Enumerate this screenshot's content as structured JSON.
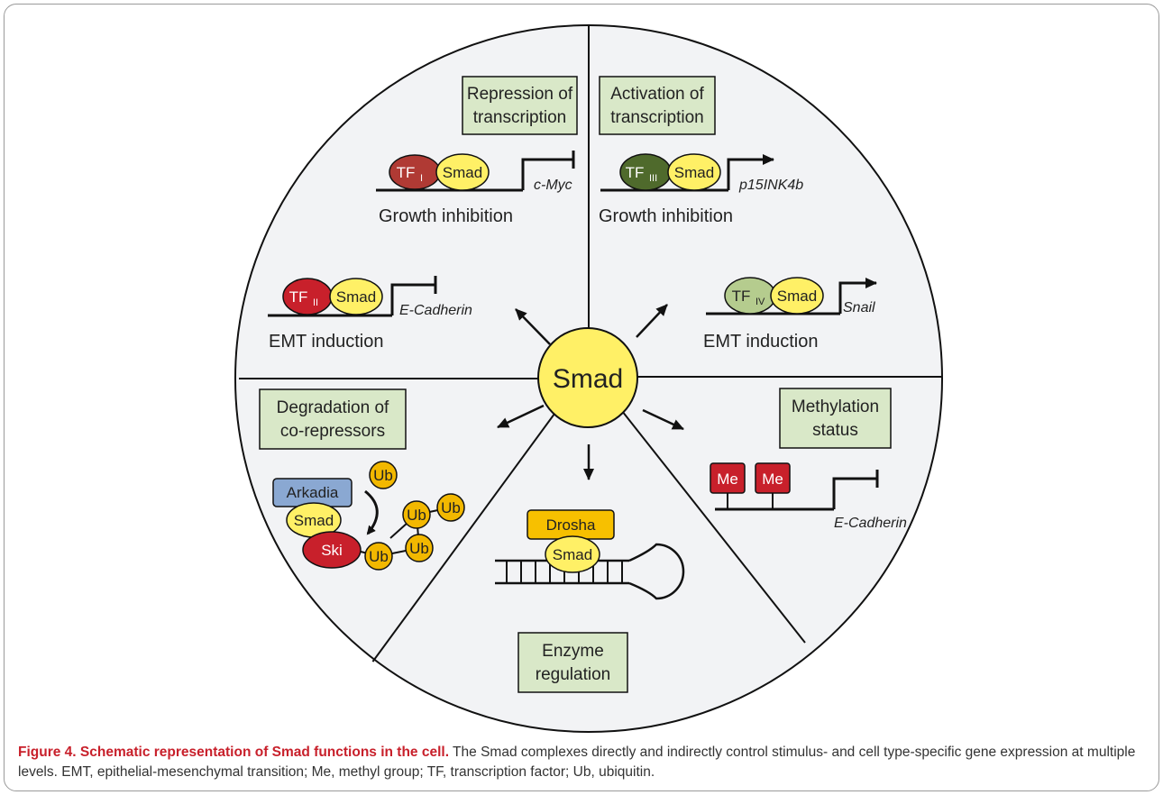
{
  "diagram": {
    "center": "Smad",
    "sections": {
      "repression": {
        "box": [
          "Repression of",
          "transcription"
        ],
        "row1": {
          "tf": "TF",
          "tf_sub": "I",
          "smad": "Smad",
          "gene": "c-Myc",
          "label": "Growth inhibition"
        },
        "row2": {
          "tf": "TF",
          "tf_sub": "II",
          "smad": "Smad",
          "gene": "E-Cadherin",
          "label": "EMT induction"
        }
      },
      "activation": {
        "box": [
          "Activation of",
          "transcription"
        ],
        "row1": {
          "tf": "TF",
          "tf_sub": "III",
          "smad": "Smad",
          "gene": "p15INK4b",
          "label": "Growth inhibition"
        },
        "row2": {
          "tf": "TF",
          "tf_sub": "IV",
          "smad": "Smad",
          "gene": "Snail",
          "label": "EMT induction"
        }
      },
      "degradation": {
        "box": [
          "Degradation of",
          "co-repressors"
        ],
        "arkadia": "Arkadia",
        "smad": "Smad",
        "ski": "Ski",
        "ub": "Ub"
      },
      "enzyme": {
        "box": [
          "Enzyme",
          "regulation"
        ],
        "drosha": "Drosha",
        "smad": "Smad"
      },
      "methylation": {
        "box": [
          "Methylation",
          "status"
        ],
        "me": "Me",
        "gene": "E-Cadherin"
      }
    },
    "colors": {
      "sector_fill": "#f2f3f5",
      "box_fill": "#d9e8c8",
      "smad_yellow": "#fff066",
      "red": "#c8202b",
      "dark_red": "#b03a34",
      "dark_green": "#4f6a2c",
      "light_green": "#b5cc8e",
      "arkadia_blue": "#8aa8d2",
      "ub_orange": "#f2b800",
      "drosha_orange": "#f7c000"
    }
  },
  "caption": {
    "title": "Figure 4. Schematic representation of Smad functions in the cell.",
    "text": " The Smad complexes directly and indirectly control stimulus- and cell type-specific gene expression at multiple levels. EMT, epithelial-mesenchymal transition; Me, methyl group; TF, transcription factor; Ub, ubiquitin."
  }
}
